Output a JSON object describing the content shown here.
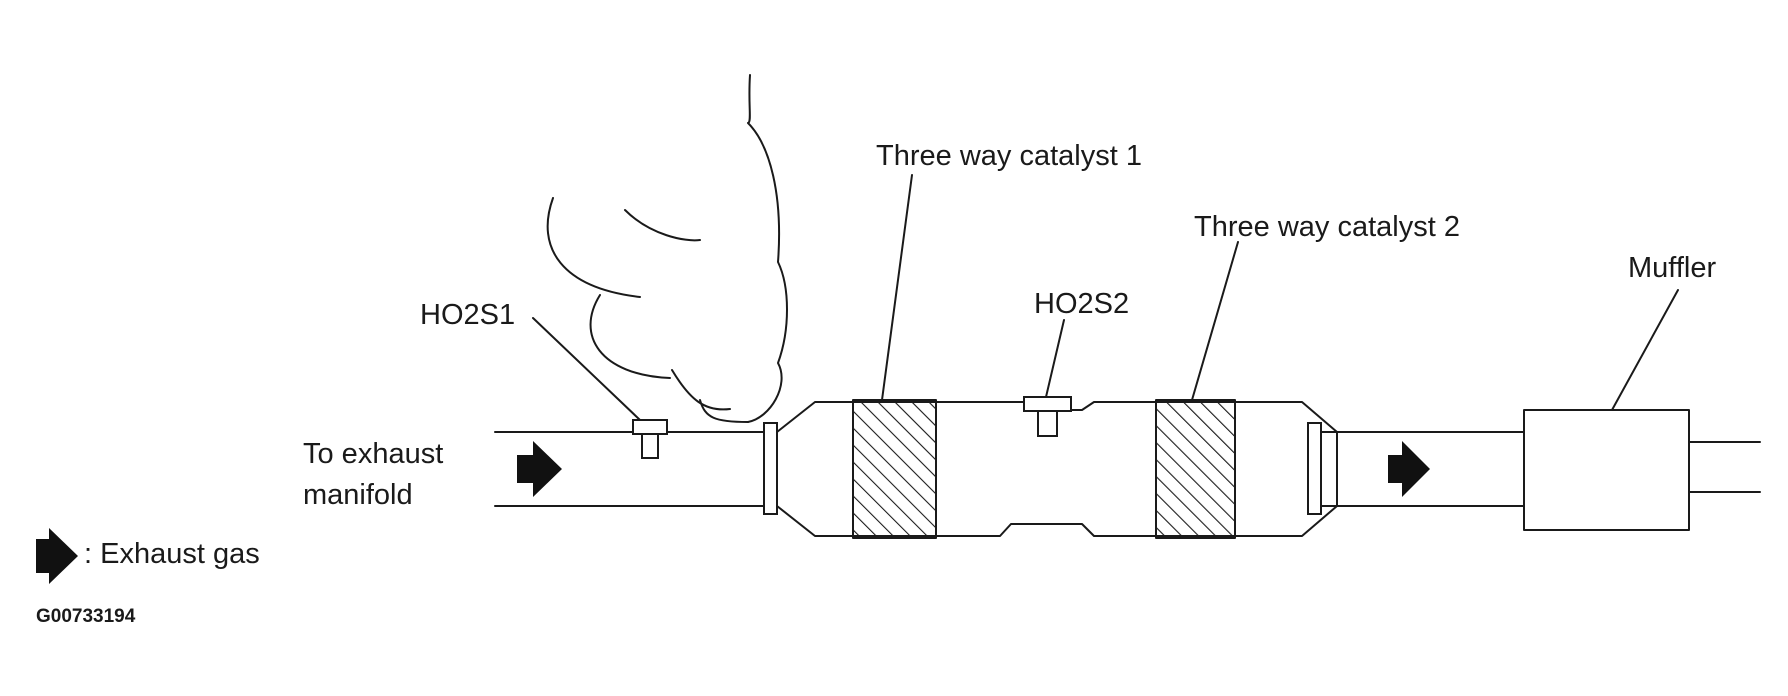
{
  "labels": {
    "ho2s1": "HO2S1",
    "ho2s2": "HO2S2",
    "catalyst1": "Three way catalyst 1",
    "catalyst2": "Three way catalyst 2",
    "muffler": "Muffler",
    "inlet_line1": "To exhaust",
    "inlet_line2": "manifold",
    "legend": ": Exhaust gas",
    "figure_code": "G00733194"
  },
  "icons": {
    "flow_arrow": "exhaust-flow-arrow-icon",
    "smoke": "smoke-icon"
  },
  "colors": {
    "line": "#1a1a1a",
    "arrow": "#111111",
    "background": "#ffffff"
  }
}
